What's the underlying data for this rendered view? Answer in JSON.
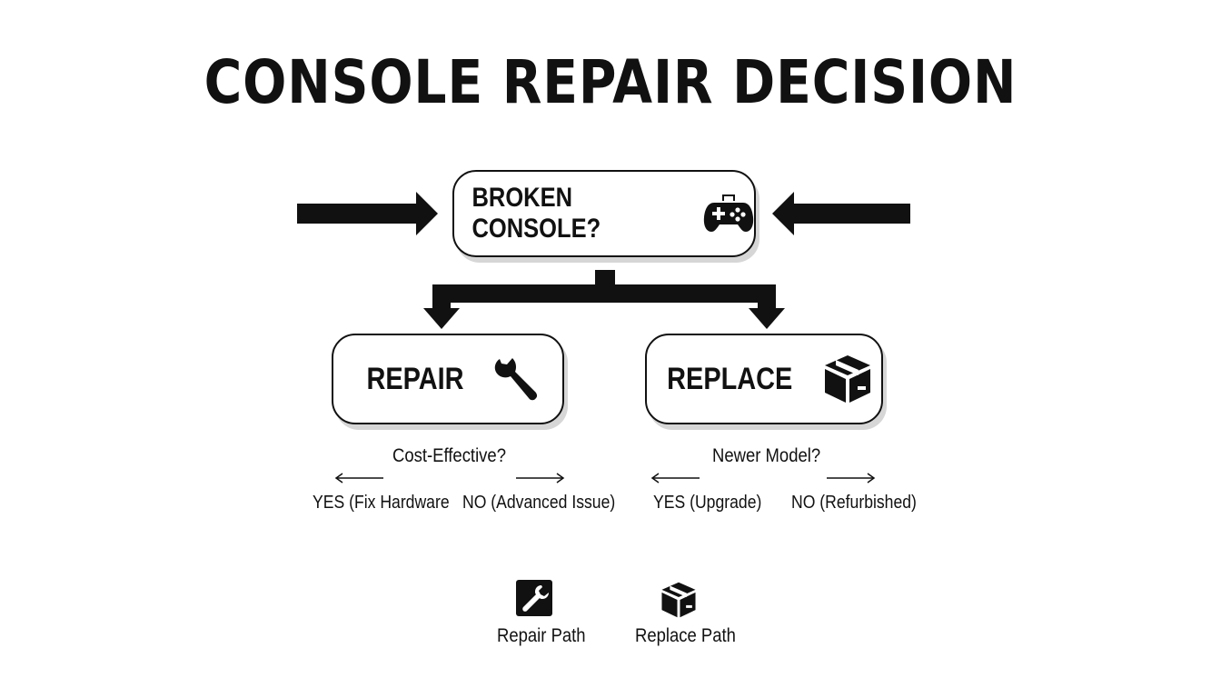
{
  "title": "CONSOLE REPAIR DECISION",
  "start_node": {
    "label": "BROKEN CONSOLE?",
    "icon": "gamepad-icon"
  },
  "branches": [
    {
      "label": "REPAIR",
      "icon": "wrench-icon",
      "question": "Cost-Effective?",
      "options": [
        "YES (Fix Hardware",
        "NO (Advanced Issue)"
      ]
    },
    {
      "label": "REPLACE",
      "icon": "box-icon",
      "question": "Newer Model?",
      "options": [
        "YES (Upgrade)",
        "NO (Refurbished)"
      ]
    }
  ],
  "legend": [
    {
      "label": "Repair Path",
      "icon": "wrench-icon"
    },
    {
      "label": "Replace Path",
      "icon": "box-icon"
    }
  ]
}
